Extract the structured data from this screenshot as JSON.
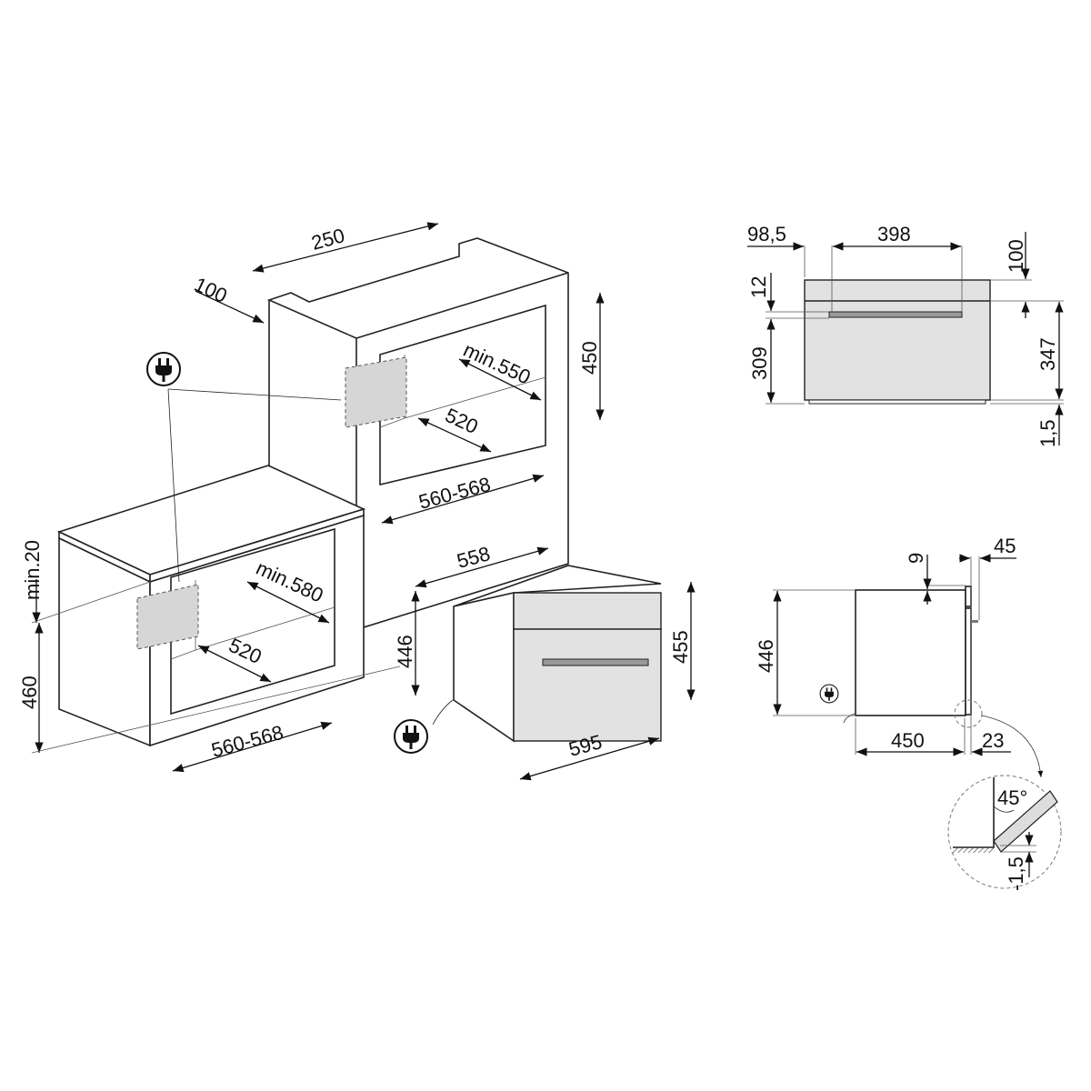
{
  "diagram": {
    "upper_niche": {
      "depth_top": "250",
      "setback": "100",
      "height": "450",
      "depth_min": "min.550",
      "inner_depth": "520",
      "width": "560-568"
    },
    "lower_niche": {
      "gap_min": "min.20",
      "height": "460",
      "depth_min": "min.580",
      "inner_depth": "520",
      "width": "560-568"
    },
    "appliance_iso": {
      "depth": "558",
      "height_body": "446",
      "height_front": "455",
      "width": "595"
    },
    "front_view": {
      "left_offset": "98,5",
      "handle_width": "398",
      "top_gap": "100",
      "panel": "12",
      "door_height": "309",
      "total_height": "347",
      "bottom_gap": "1,5"
    },
    "side_view": {
      "top_offset": "9",
      "door_thickness": "45",
      "height": "446",
      "depth": "450",
      "front": "23"
    },
    "detail": {
      "angle": "45°",
      "offset": "-1,5"
    },
    "icons": [
      "power-plug-icon"
    ]
  }
}
